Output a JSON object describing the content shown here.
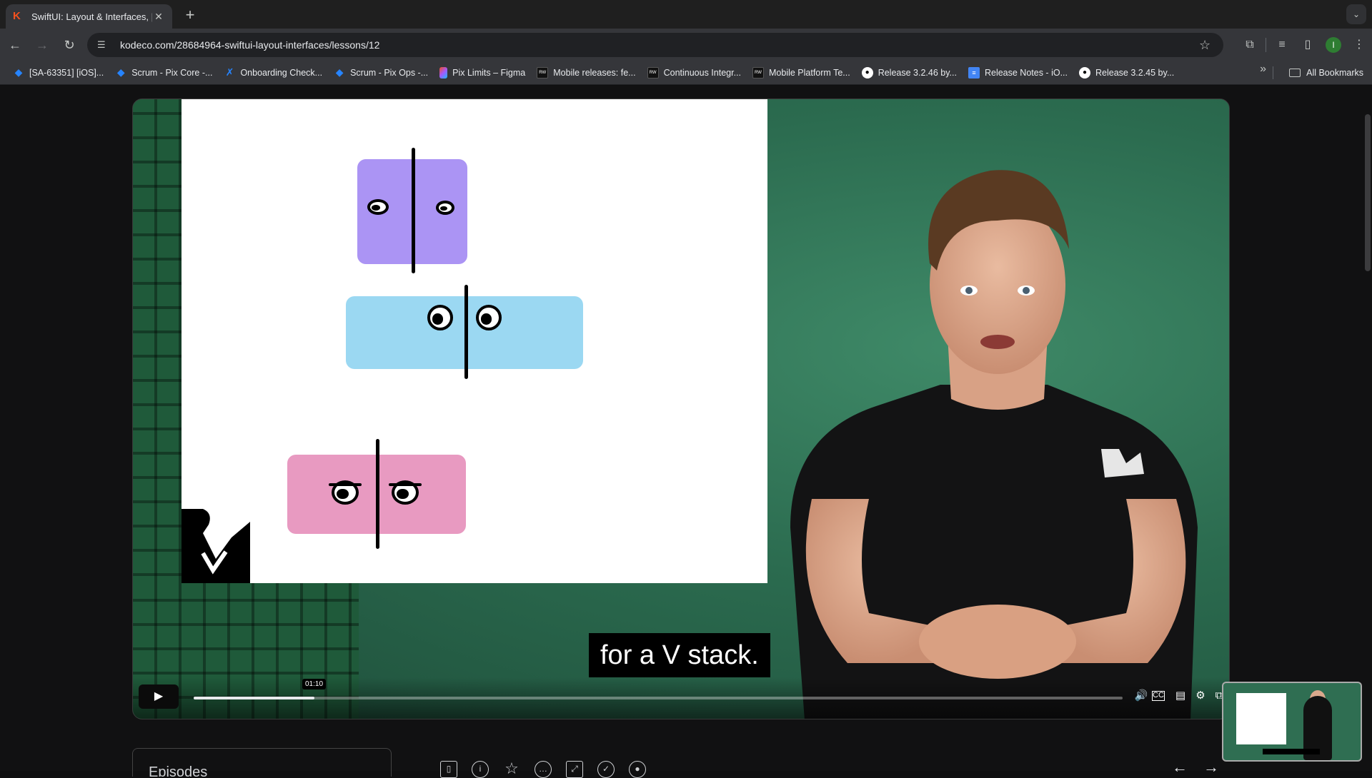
{
  "browser": {
    "tab": {
      "title": "SwiftUI: Layout & Interfaces, |",
      "favicon": "K"
    },
    "url": "kodeco.com/28684964-swiftui-layout-interfaces/lessons/12",
    "profile_initial": "I",
    "bookmarks": [
      {
        "label": "[SA-63351] [iOS]...",
        "icon": "jira-icon"
      },
      {
        "label": "Scrum - Pix Core -...",
        "icon": "jira-icon"
      },
      {
        "label": "Onboarding Check...",
        "icon": "jira-icon"
      },
      {
        "label": "Scrum - Pix Ops -...",
        "icon": "jira-icon"
      },
      {
        "label": "Pix Limits – Figma",
        "icon": "figma-icon"
      },
      {
        "label": "Mobile releases: fe...",
        "icon": "rw-icon"
      },
      {
        "label": "Continuous Integr...",
        "icon": "rw-icon"
      },
      {
        "label": "Mobile Platform Te...",
        "icon": "rw-icon"
      },
      {
        "label": "Release 3.2.46 by...",
        "icon": "github-icon"
      },
      {
        "label": "Release Notes - iO...",
        "icon": "docs-icon"
      },
      {
        "label": "Release 3.2.45 by...",
        "icon": "github-icon"
      }
    ],
    "all_bookmarks": "All Bookmarks"
  },
  "video": {
    "subtitle": "for a V stack.",
    "time": "01:10",
    "progress_fraction": 0.13,
    "state": "paused"
  },
  "below": {
    "episodes_label": "Episodes",
    "action_icons": [
      "bookmark-icon",
      "info-icon",
      "star-icon",
      "comment-icon",
      "resize-icon",
      "check-icon",
      "github-icon"
    ]
  },
  "colors": {
    "purple_block": "#ab94f4",
    "blue_block": "#9bd8f2",
    "pink_block": "#e89ac1",
    "backdrop_green": "#2f6e52"
  }
}
